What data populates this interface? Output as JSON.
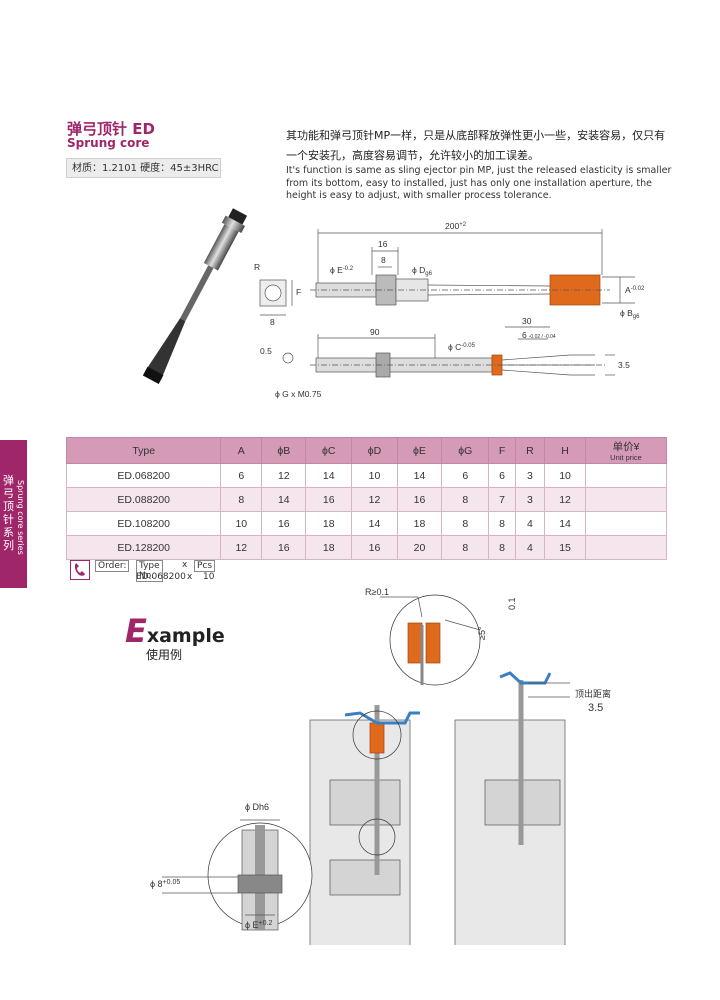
{
  "sidebar": {
    "zh": "弹弓顶针系列",
    "en": "Sprung core series"
  },
  "header": {
    "title_zh": "弹弓顶针 ED",
    "title_en": "Sprung core"
  },
  "material": "材质：1.2101 硬度：45±3HRC",
  "description": {
    "zh": "其功能和弹弓顶针MP一样，只是从底部释放弹性更小一些，安装容易，仅只有一个安装孔，高度容易调节，允许较小的加工误差。",
    "en": "It's function is same as sling ejector pin MP, just the released elasticity is smaller from its bottom, easy to installed, just has only one installation aperture, the height is easy to adjust, with smaller process tolerance."
  },
  "drawing": {
    "dim_200": "200",
    "dim_200_tol": "+2",
    "dim_16": "16",
    "dim_8_top": "8",
    "e_label": "ϕ E",
    "e_tol": "-0.2",
    "d_label": "ϕ D",
    "d_tol": "g6",
    "a_label": "A",
    "a_tol": "-0.02",
    "b_label": "ϕ B",
    "b_tol": "g6",
    "r_label": "R",
    "f_label": "F",
    "dim_8_sq": "8",
    "dim_90": "90",
    "dim_05": "0.5",
    "c_label": "ϕ C",
    "c_tol": "-0.05",
    "dim_30": "30",
    "dim_6": "6",
    "dim_6_tol": "-0.02 / -0.04",
    "dim_35": "3.5",
    "g_label": "ϕ G x M0.75"
  },
  "table": {
    "headers": [
      "Type",
      "A",
      "ϕB",
      "ϕC",
      "ϕD",
      "ϕE",
      "ϕG",
      "F",
      "R",
      "H"
    ],
    "price_header": {
      "zh": "单价¥",
      "en": "Unit price"
    },
    "rows": [
      [
        "ED.068200",
        "6",
        "12",
        "14",
        "10",
        "14",
        "6",
        "6",
        "3",
        "10"
      ],
      [
        "ED.088200",
        "8",
        "14",
        "16",
        "12",
        "16",
        "8",
        "7",
        "3",
        "12"
      ],
      [
        "ED.108200",
        "10",
        "16",
        "18",
        "14",
        "18",
        "8",
        "8",
        "4",
        "14"
      ],
      [
        "ED.128200",
        "12",
        "16",
        "18",
        "16",
        "20",
        "8",
        "8",
        "4",
        "15"
      ]
    ]
  },
  "order": {
    "label": "Order:",
    "type_label": "Type No.",
    "x": "x",
    "pcs_label": "Pcs",
    "example_type": "ED.068200",
    "example_qty": "10"
  },
  "example": {
    "big_letter": "E",
    "rest": "xample",
    "zh": "使用例"
  },
  "example_drawing": {
    "r_label": "R≥0.1",
    "dim_01": "0.1",
    "angle": "≥5°",
    "eject_zh": "顶出距离",
    "eject_val": "3.5",
    "dh6": "ϕ Dh6",
    "d8": "ϕ 8",
    "d8_tol": "+0.05",
    "e02": "ϕ E",
    "e02_tol": "+0.2"
  },
  "colors": {
    "accent": "#a0266a",
    "orange": "#e06a1c",
    "blue": "#3a7fc4",
    "table_head": "#d49ab6"
  }
}
